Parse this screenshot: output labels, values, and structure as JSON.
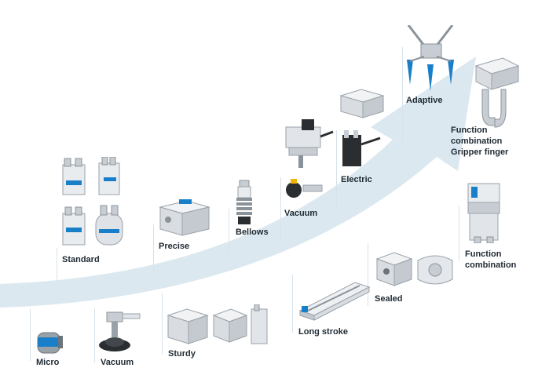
{
  "colors": {
    "arrow": "#dbe8f0",
    "accent_blue": "#1a7fc9",
    "metal_light": "#e9ecef",
    "metal_mid": "#c7cdd3",
    "metal_dark": "#6b737b",
    "black_part": "#2b2e31",
    "label": "#1f2a33"
  },
  "categories": {
    "micro": "Micro",
    "vacuum_bottom": "Vacuum",
    "sturdy": "Sturdy",
    "long_stroke": "Long stroke",
    "sealed": "Sealed",
    "function_combination": "Function\ncombination",
    "standard": "Standard",
    "precise": "Precise",
    "bellows": "Bellows",
    "vacuum_top": "Vacuum",
    "electric": "Electric",
    "adaptive": "Adaptive",
    "function_combination_gripper_finger": "Function\ncombination\nGripper finger"
  },
  "icons": [
    "micro-gripper-image",
    "vacuum-suction-cup-image",
    "sturdy-gripper-image",
    "long-stroke-gripper-image",
    "sealed-gripper-image",
    "function-combination-image",
    "standard-gripper-image",
    "precise-gripper-image",
    "bellows-gripper-image",
    "vacuum-ejector-image",
    "electric-gripper-image",
    "adaptive-gripper-image",
    "gripper-finger-image"
  ]
}
